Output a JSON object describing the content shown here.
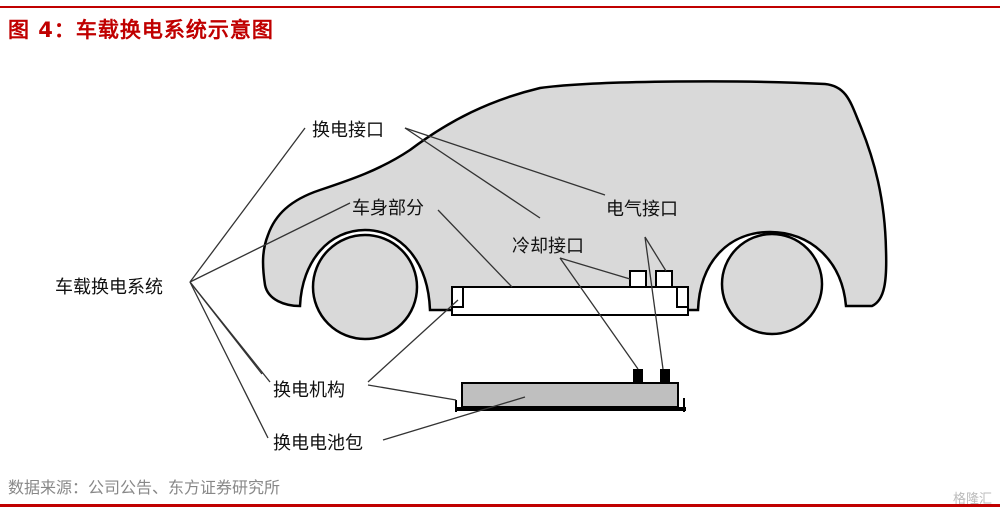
{
  "title": "图 4：车载换电系统示意图",
  "source": "数据来源：公司公告、东方证券研究所",
  "watermark": "格隆汇",
  "labels": {
    "swap_interface": "换电接口",
    "body": "车身部分",
    "electrical_interface": "电气接口",
    "cooling_interface": "冷却接口",
    "system": "车载换电系统",
    "mechanism": "换电机构",
    "battery_pack": "换电电池包"
  },
  "colors": {
    "accent": "#c00000",
    "car_fill": "#d9d9d9",
    "battery_fill": "#bfbfbf"
  }
}
